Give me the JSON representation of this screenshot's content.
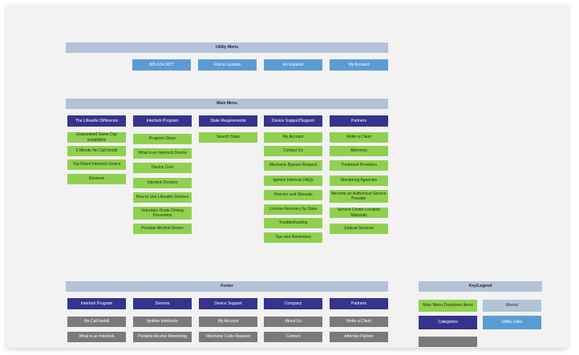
{
  "utility_menu": {
    "title": "Utility Menu",
    "items": [
      "800-634-3077",
      "Find a Location",
      "En Espanol",
      "My Account"
    ]
  },
  "main_menu": {
    "title": "Main Menu",
    "columns": [
      {
        "category": "The Lifesafer Difference",
        "items": [
          "Guaranteed Same Day Installation",
          "5 Minute No Call Install",
          "Top-Rated Interlock Device",
          "Reviews"
        ]
      },
      {
        "category": "Interlock Program",
        "items": [
          "Program Steps",
          "What is an Interlock Device",
          "Device Cost",
          "Interlock Devices",
          "How to Use Lifesafer Devices",
          "Voluntary Drunk Driving Prevention",
          "Portable Alcohol Device"
        ]
      },
      {
        "category": "State Requirements",
        "items": [
          "Search State"
        ]
      },
      {
        "category": "Device Support/Support",
        "items": [
          "My Account",
          "Contact Us",
          "Mechanic Bypass Request",
          "Ignition Interlock FAQs",
          "How-tos and Manuals",
          "License Recovery by State",
          "Troubleshooting",
          "Tips and Reminders"
        ]
      },
      {
        "category": "Partners",
        "items": [
          "Refer a Client",
          "Attorneys",
          "Treatment Providers",
          "Monitoring Agencies",
          "Become an Authorized Service Provider",
          "Service Center Location Materials",
          "Judicial Services"
        ]
      }
    ]
  },
  "footer": {
    "title": "Footer",
    "columns": [
      {
        "category": "Interlock Program",
        "items": [
          "No-Call Install",
          "What is an Interlock"
        ]
      },
      {
        "category": "Devices",
        "items": [
          "Ignition Interlocks",
          "Portable Alcohol Monitoring"
        ]
      },
      {
        "category": "Device Support",
        "items": [
          "My Account",
          "Mechanic Code Request"
        ]
      },
      {
        "category": "Company",
        "items": [
          "About Us",
          "Contact"
        ]
      },
      {
        "category": "Partners",
        "items": [
          "Refer a Client",
          "Attorney Partner"
        ]
      }
    ]
  },
  "legend": {
    "title": "Key/Legend",
    "items": [
      "Main Menu Dropdown Items",
      "Menus",
      "Categories",
      "Utility Links"
    ]
  },
  "colors": {
    "header": "#b3c3d8",
    "utility": "#5b9bd5",
    "category": "#35338e",
    "item": "#8fd14f",
    "footer_item": "#7a7a7a"
  }
}
